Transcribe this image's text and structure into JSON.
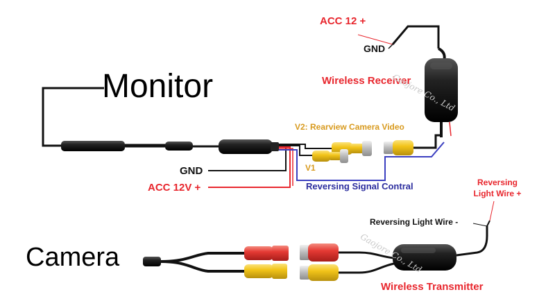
{
  "labels": {
    "monitor": "Monitor",
    "camera": "Camera",
    "acc_12_plus": "ACC 12 +",
    "gnd_top": "GND",
    "wireless_receiver": "Wireless Receiver",
    "v2_video": "V2: Rearview Camera Video",
    "v1": "V1",
    "gnd_left": "GND",
    "acc_12v_plus": "ACC 12V +",
    "reversing_signal": "Reversing Signal Contral",
    "reversing_light_wire_plus": "Reversing Light Wire +",
    "reversing_light_wire_minus": "Reversing Light Wire -",
    "wireless_transmitter": "Wireless Transmitter"
  },
  "watermarks": {
    "receiver": "Gaojore Co., Ltd",
    "transmitter": "Gaojore Co., Ltd"
  },
  "colors": {
    "wire": "#111111",
    "red_wire": "#e8262d",
    "blue_wire": "#3b3fc0",
    "rca_red": "#e53a34",
    "rca_yellow": "#f2c419",
    "label_red": "#e8262d",
    "label_orange": "#d89a1e",
    "label_blue": "#2b2d9e"
  }
}
